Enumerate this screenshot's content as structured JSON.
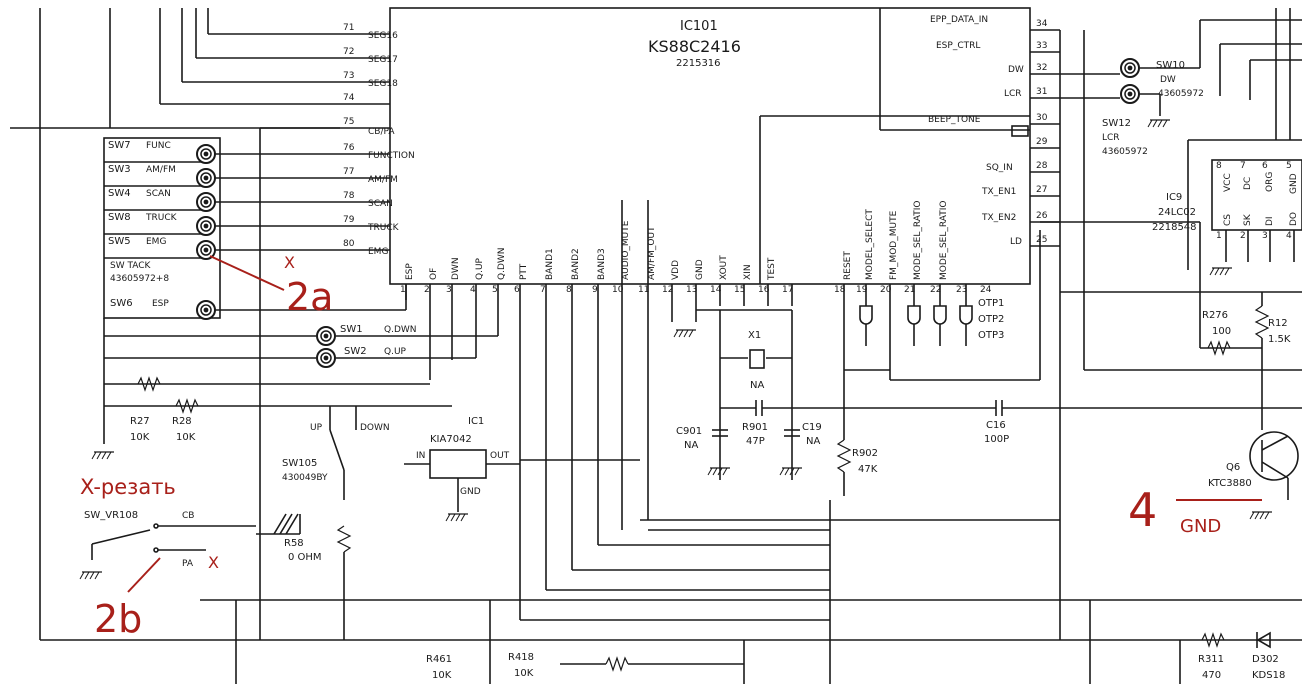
{
  "ic101": {
    "ref": "IC101",
    "part": "KS88C2416",
    "code": "2215316"
  },
  "pins_left": [
    {
      "num": "71",
      "label": "SEG16"
    },
    {
      "num": "72",
      "label": "SEG17"
    },
    {
      "num": "73",
      "label": "SEG18"
    },
    {
      "num": "74",
      "label": ""
    },
    {
      "num": "75",
      "label": "CB/PA"
    },
    {
      "num": "76",
      "label": "FUNCTION"
    },
    {
      "num": "77",
      "label": "AM/FM"
    },
    {
      "num": "78",
      "label": "SCAN"
    },
    {
      "num": "79",
      "label": "TRUCK"
    },
    {
      "num": "80",
      "label": "EMG"
    }
  ],
  "pins_right": [
    {
      "num": "34",
      "label": "EPP_DATA_IN"
    },
    {
      "num": "33",
      "label": "ESP_CTRL"
    },
    {
      "num": "32",
      "label": "DW"
    },
    {
      "num": "31",
      "label": "LCR"
    },
    {
      "num": "30",
      "label": "BEEP_TONE"
    },
    {
      "num": "29",
      "label": ""
    },
    {
      "num": "28",
      "label": "SQ_IN"
    },
    {
      "num": "27",
      "label": "TX_EN1"
    },
    {
      "num": "26",
      "label": "TX_EN2"
    },
    {
      "num": "25",
      "label": "LD"
    }
  ],
  "pins_bottom": [
    {
      "num": "1",
      "label": "ESP"
    },
    {
      "num": "2",
      "label": "OF"
    },
    {
      "num": "3",
      "label": "DWN"
    },
    {
      "num": "4",
      "label": "Q.UP"
    },
    {
      "num": "5",
      "label": "Q.DWN"
    },
    {
      "num": "6",
      "label": "PTT"
    },
    {
      "num": "7",
      "label": "BAND1"
    },
    {
      "num": "8",
      "label": "BAND2"
    },
    {
      "num": "9",
      "label": "BAND3"
    },
    {
      "num": "10",
      "label": "AUDIO_MUTE"
    },
    {
      "num": "11",
      "label": "AM/FM_OUT"
    },
    {
      "num": "12",
      "label": "VDD"
    },
    {
      "num": "13",
      "label": "GND"
    },
    {
      "num": "14",
      "label": "XOUT"
    },
    {
      "num": "15",
      "label": "XIN"
    },
    {
      "num": "16",
      "label": "TEST"
    },
    {
      "num": "17",
      "label": ""
    },
    {
      "num": "18",
      "label": "RESET"
    },
    {
      "num": "19",
      "label": "MODEL_SELECT"
    },
    {
      "num": "20",
      "label": "FM_MOD_MUTE"
    },
    {
      "num": "21",
      "label": "MODE_SEL_RATIO"
    },
    {
      "num": "22",
      "label": "MODE_SEL_RATIO"
    },
    {
      "num": "23",
      "label": ""
    },
    {
      "num": "24",
      "label": ""
    }
  ],
  "switches_left": [
    {
      "ref": "SW7",
      "label": "FUNC"
    },
    {
      "ref": "SW3",
      "label": "AM/FM"
    },
    {
      "ref": "SW4",
      "label": "SCAN"
    },
    {
      "ref": "SW8",
      "label": "TRUCK"
    },
    {
      "ref": "SW5",
      "label": "EMG"
    },
    {
      "ref": "SW6",
      "label": "ESP"
    }
  ],
  "sw_tack": {
    "line1": "SW TACK",
    "line2": "43605972+8"
  },
  "sw1": {
    "ref": "SW1",
    "label": "Q.DWN"
  },
  "sw2": {
    "ref": "SW2",
    "label": "Q.UP"
  },
  "sw10": {
    "ref": "SW10",
    "label": "DW",
    "code": "43605972"
  },
  "sw12": {
    "ref": "SW12",
    "label": "LCR",
    "code": "43605972"
  },
  "otp": [
    "OTP1",
    "OTP2",
    "OTP3"
  ],
  "r27": {
    "ref": "R27",
    "value": "10K"
  },
  "r28": {
    "ref": "R28",
    "value": "10K"
  },
  "sw105": {
    "ref": "SW105",
    "code": "430049BY",
    "up": "UP",
    "down": "DOWN"
  },
  "ic1": {
    "ref": "IC1",
    "part": "KIA7042",
    "in": "IN",
    "out": "OUT",
    "gnd": "GND"
  },
  "x1": {
    "ref": "X1",
    "value": "NA"
  },
  "c901": {
    "ref": "C901",
    "value": "NA"
  },
  "r901": {
    "ref": "R901",
    "value": "47P"
  },
  "c19": {
    "ref": "C19",
    "value": "NA"
  },
  "r902": {
    "ref": "R902",
    "value": "47K"
  },
  "c16": {
    "ref": "C16",
    "value": "100P"
  },
  "ic9": {
    "ref": "IC9",
    "part": "24LC02",
    "code": "2218548",
    "pins_top": [
      "VCC",
      "DC",
      "ORG",
      "GND"
    ],
    "pins_bottom": [
      "CS",
      "SK",
      "DI",
      "DO"
    ],
    "nums_top": [
      "8",
      "7",
      "6",
      "5"
    ],
    "nums_bottom": [
      "1",
      "2",
      "3",
      "4"
    ]
  },
  "r276": {
    "ref": "R276",
    "value": "100"
  },
  "r12": {
    "ref": "R12",
    "value": "1.5K"
  },
  "q6": {
    "ref": "Q6",
    "part": "KTC3880"
  },
  "sw_vr108": {
    "ref": "SW_VR108",
    "cb": "CB",
    "pa": "PA"
  },
  "r58": {
    "ref": "R58",
    "value": "0 OHM"
  },
  "r461": {
    "ref": "R461",
    "value": "10K"
  },
  "r418": {
    "ref": "R418",
    "value": "10K"
  },
  "r311": {
    "ref": "R311",
    "value": "470"
  },
  "d302": {
    "ref": "D302",
    "part": "KDS18"
  },
  "annotations": {
    "a2a": "2a",
    "a2b": "2b",
    "a4": "4",
    "gnd": "GND",
    "cut": "X-резать",
    "x": "X"
  },
  "colors": {
    "wire": "#1a1a1a",
    "annotation": "#a8201a",
    "background": "#ffffff"
  }
}
